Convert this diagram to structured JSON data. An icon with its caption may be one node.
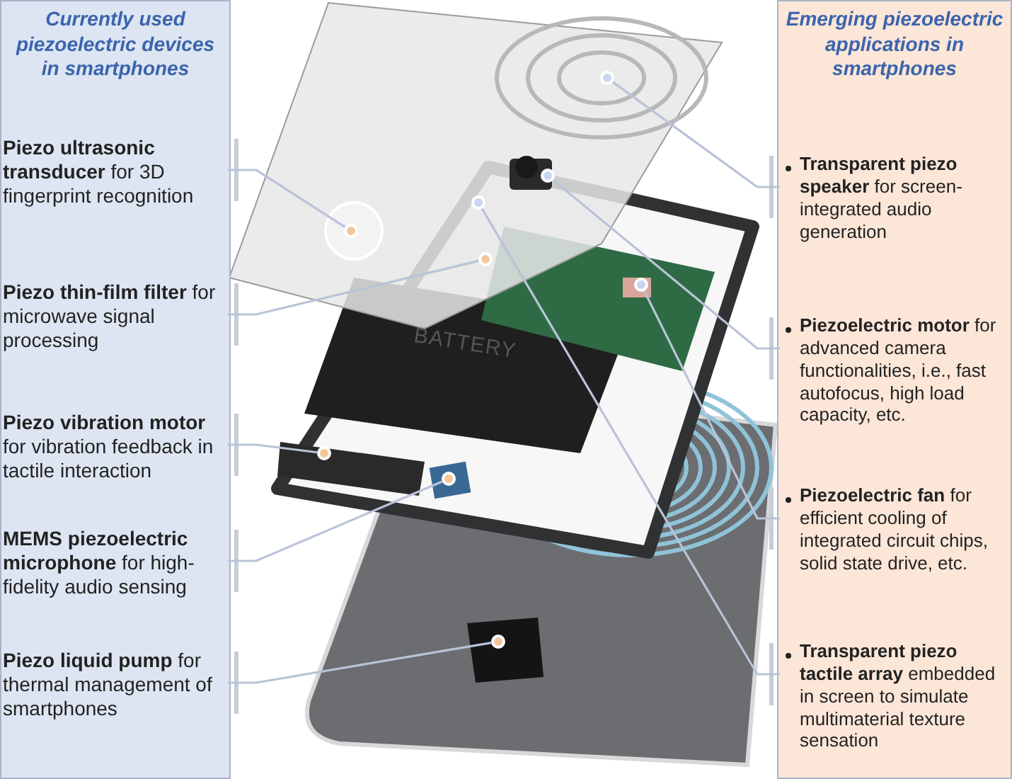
{
  "diagram": {
    "nodes": [
      {
        "text": [
          "Currently used piezoelectric devices in smartphones"
        ]
      },
      {
        "text": [
          "**Piezo ultrasonic transducer** for 3D fingerprint recognition"
        ],
        "in": 0
      },
      {
        "text": [
          "**Piezo thin-film filter** for microwave signal processing"
        ],
        "in": 0
      },
      {
        "text": [
          "**Piezo vibration motor** for vibration feedback in tactile interaction"
        ],
        "in": 0
      },
      {
        "text": [
          "**MEMS piezoelectric microphone** for high-fidelity audio sensing"
        ],
        "in": 0
      },
      {
        "text": [
          "**Piezo liquid pump** for thermal management of smartphones"
        ],
        "in": 0
      },
      {
        "text": [
          "Emerging piezoelectric applications in smartphones"
        ]
      },
      {
        "text": [
          "**Transparent piezo speaker** for screen-integrated audio generation"
        ],
        "in": 6
      },
      {
        "text": [
          "**Piezoelectric motor** for advanced camera functionalities, i.e., fast autofocus, high load capacity, etc."
        ],
        "in": 6
      },
      {
        "text": [
          "**Piezoelectric fan** for efficient cooling of integrated circuit chips, solid state drive, etc."
        ],
        "in": 6
      },
      {
        "text": [
          "**Transparent piezo tactile array** embedded in screen to simulate multimaterial texture sensation"
        ],
        "in": 6
      },
      {
        "text": [],
        "shape": "circle"
      },
      {
        "text": [],
        "shape": "circle"
      },
      {
        "text": [],
        "shape": "circle"
      },
      {
        "text": [],
        "shape": "circle"
      },
      {
        "text": [],
        "shape": "circle"
      },
      {
        "text": [],
        "shape": "circle"
      },
      {
        "text": [],
        "shape": "circle"
      },
      {
        "text": [],
        "shape": "circle"
      },
      {
        "text": [],
        "shape": "circle"
      }
    ],
    "edges": [
      {
        "from": 1,
        "to": 11,
        "arrow": "none"
      },
      {
        "from": 2,
        "to": 12,
        "arrow": "none"
      },
      {
        "from": 3,
        "to": 13,
        "arrow": "none"
      },
      {
        "from": 4,
        "to": 14,
        "arrow": "none"
      },
      {
        "from": 5,
        "to": 15,
        "arrow": "none"
      },
      {
        "from": 7,
        "to": 16,
        "arrow": "none"
      },
      {
        "from": 8,
        "to": 17,
        "arrow": "none"
      },
      {
        "from": 9,
        "to": 19,
        "arrow": "none"
      },
      {
        "from": 10,
        "to": 18,
        "arrow": "none"
      }
    ],
    "labels": [
      "BATTERY"
    ]
  }
}
